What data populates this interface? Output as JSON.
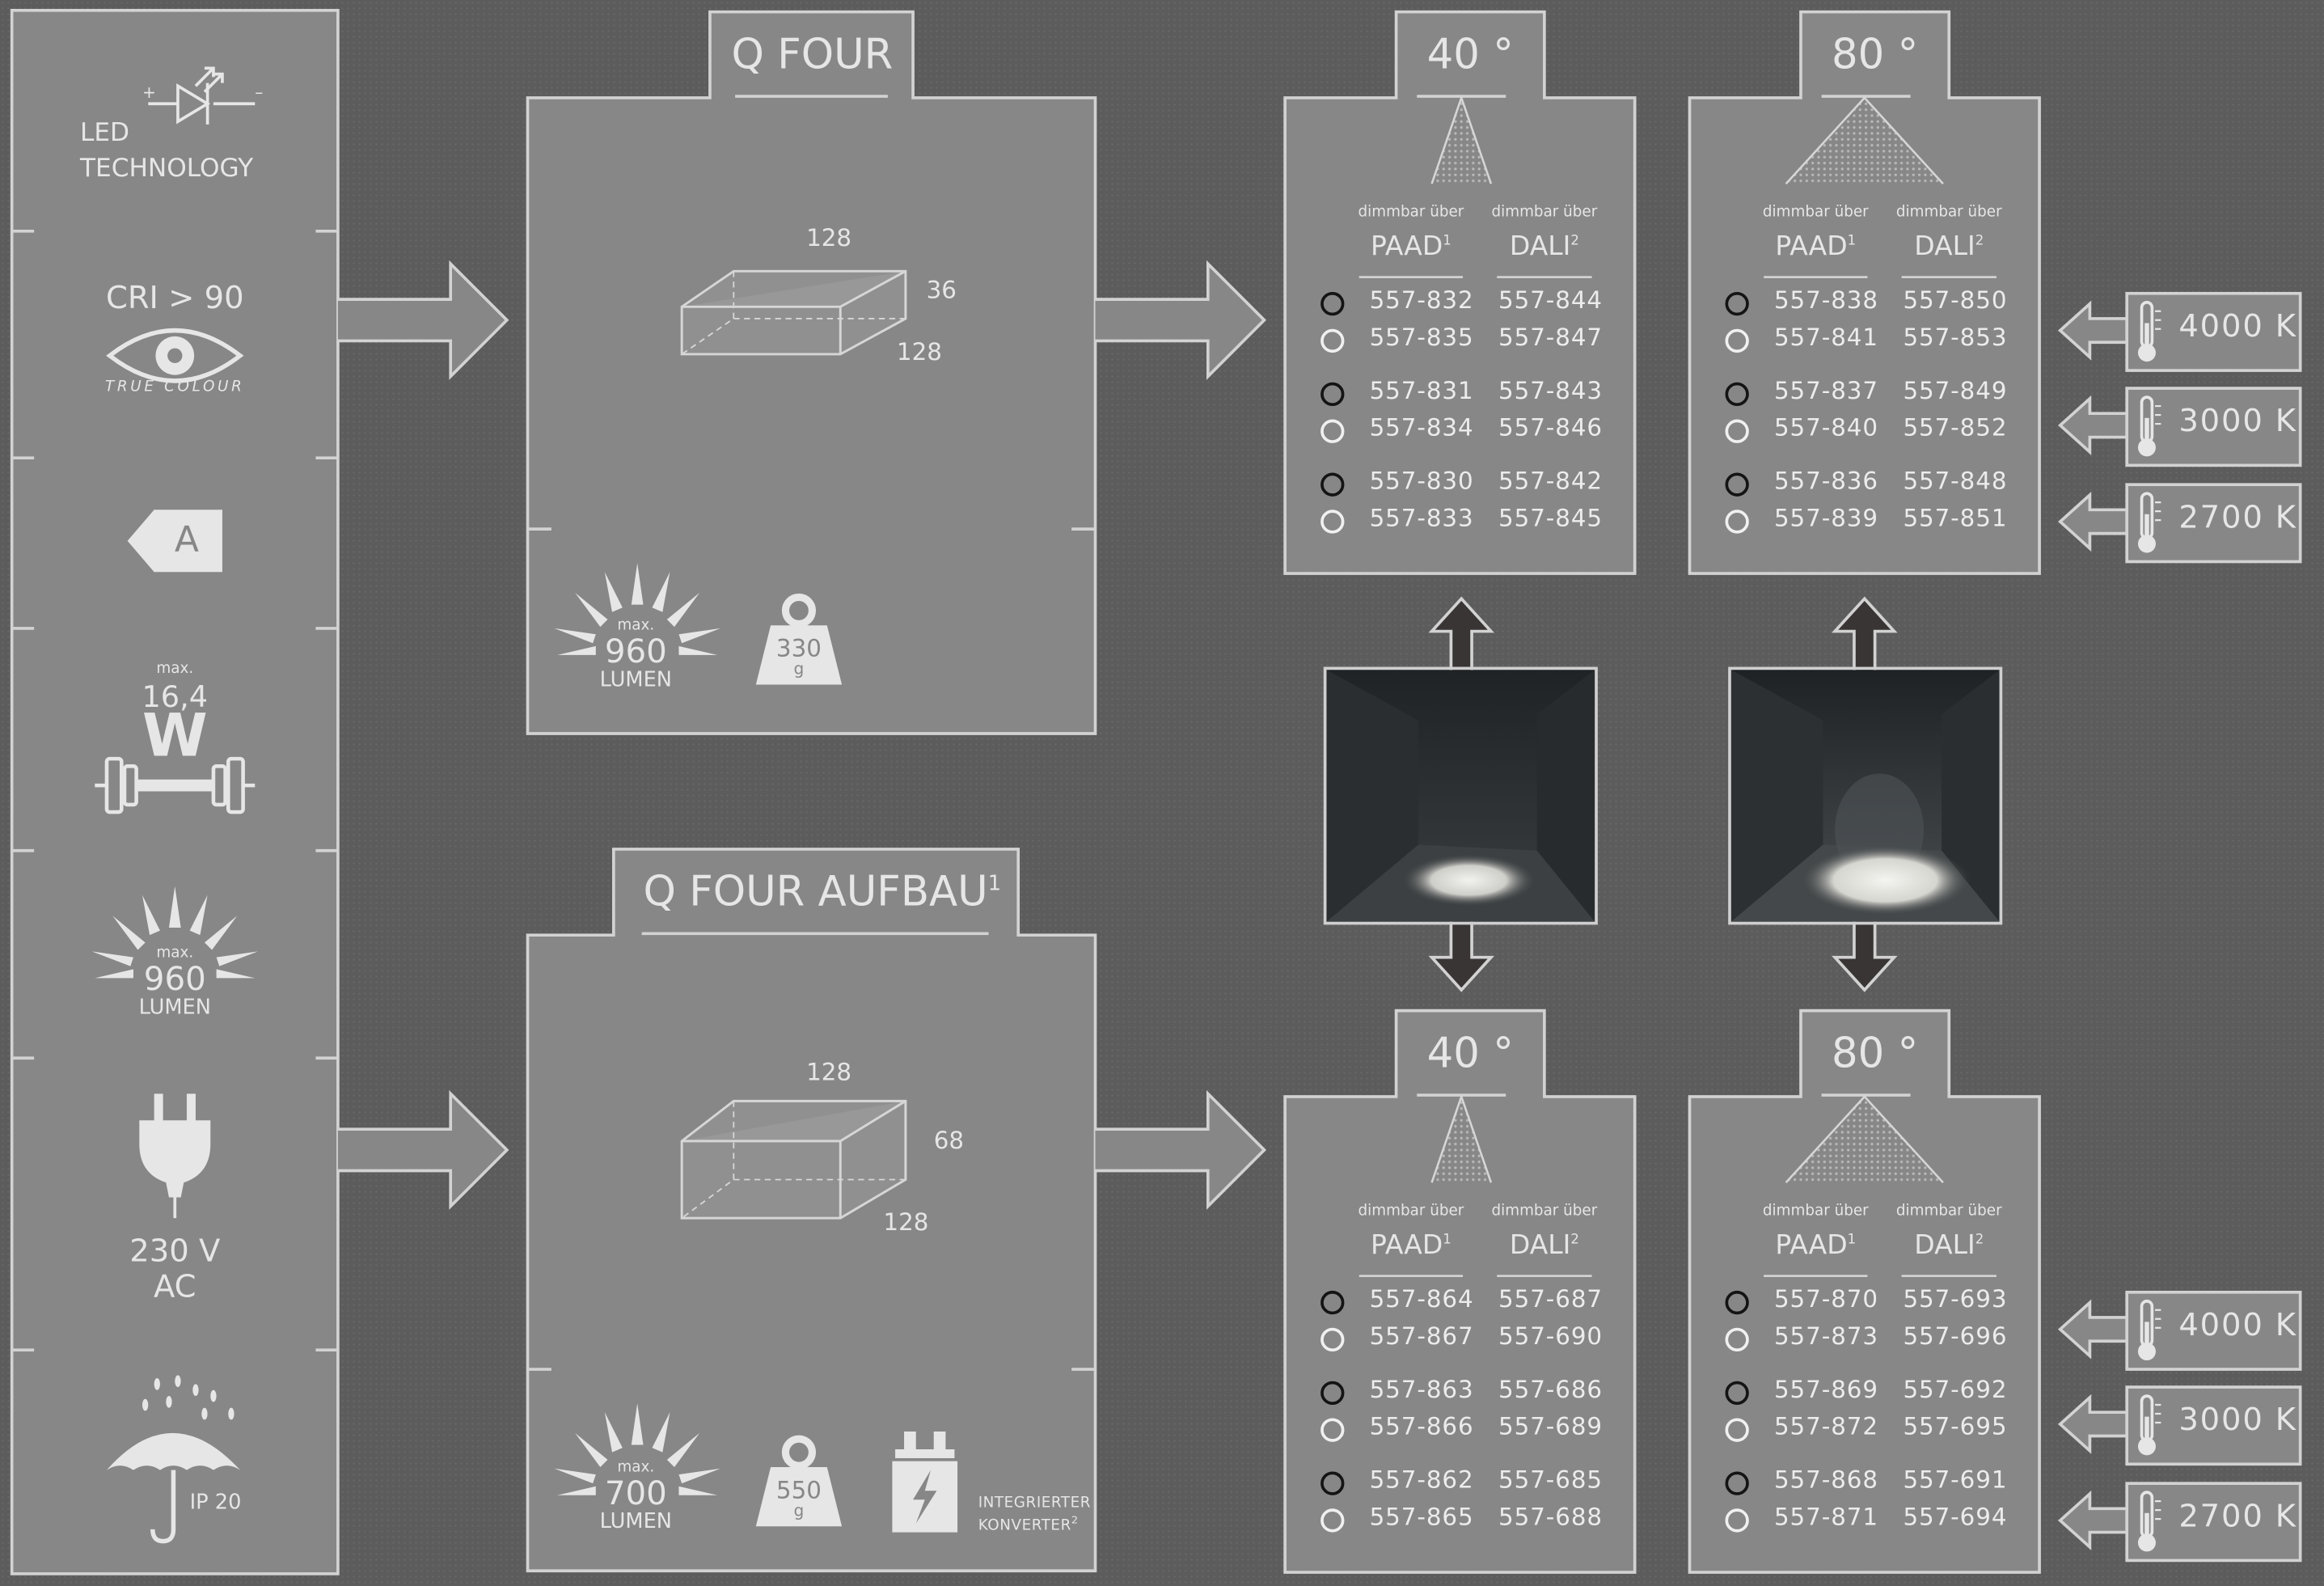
{
  "features": {
    "led_l1": "LED",
    "led_l2": "TECHNOLOGY",
    "cri": "CRI > 90",
    "true_colour": "TRUE COLOUR",
    "energy_class": "A",
    "power_max": "max.",
    "power_value": "16,4",
    "power_unit": "W",
    "lumen_max": "max.",
    "lumen_value": "960",
    "lumen_unit": "LUMEN",
    "voltage": "230 V",
    "current": "AC",
    "ip": "IP 20"
  },
  "products": [
    {
      "title": "Q FOUR",
      "sup": "",
      "dim_top": "128",
      "dim_side": "36",
      "dim_depth": "128",
      "lumen_max": "max.",
      "lumen_value": "960",
      "lumen_unit": "LUMEN",
      "weight": "330",
      "weight_unit": "g"
    },
    {
      "title": "Q FOUR AUFBAU",
      "sup": "1",
      "dim_top": "128",
      "dim_side": "68",
      "dim_depth": "128",
      "lumen_max": "max.",
      "lumen_value": "700",
      "lumen_unit": "LUMEN",
      "weight": "550",
      "weight_unit": "g",
      "converter_l1": "INTEGRIERTER",
      "converter_l2": "KONVERTER",
      "converter_sup": "2"
    }
  ],
  "header": {
    "dimmbar": "dimmbar über",
    "paad": "PAAD",
    "paad_sup": "1",
    "dali": "DALI",
    "dali_sup": "2"
  },
  "variants": [
    {
      "angle": "40 °",
      "rows": [
        [
          "557-832",
          "557-844"
        ],
        [
          "557-835",
          "557-847"
        ],
        [
          "557-831",
          "557-843"
        ],
        [
          "557-834",
          "557-846"
        ],
        [
          "557-830",
          "557-842"
        ],
        [
          "557-833",
          "557-845"
        ]
      ]
    },
    {
      "angle": "80 °",
      "rows": [
        [
          "557-838",
          "557-850"
        ],
        [
          "557-841",
          "557-853"
        ],
        [
          "557-837",
          "557-849"
        ],
        [
          "557-840",
          "557-852"
        ],
        [
          "557-836",
          "557-848"
        ],
        [
          "557-839",
          "557-851"
        ]
      ]
    },
    {
      "angle": "40 °",
      "rows": [
        [
          "557-864",
          "557-687"
        ],
        [
          "557-867",
          "557-690"
        ],
        [
          "557-863",
          "557-686"
        ],
        [
          "557-866",
          "557-689"
        ],
        [
          "557-862",
          "557-685"
        ],
        [
          "557-865",
          "557-688"
        ]
      ]
    },
    {
      "angle": "80 °",
      "rows": [
        [
          "557-870",
          "557-693"
        ],
        [
          "557-873",
          "557-696"
        ],
        [
          "557-869",
          "557-692"
        ],
        [
          "557-872",
          "557-695"
        ],
        [
          "557-868",
          "557-691"
        ],
        [
          "557-871",
          "557-694"
        ]
      ]
    }
  ],
  "color_temps": [
    "4000 K",
    "3000 K",
    "2700 K",
    "4000 K",
    "3000 K",
    "2700 K"
  ]
}
